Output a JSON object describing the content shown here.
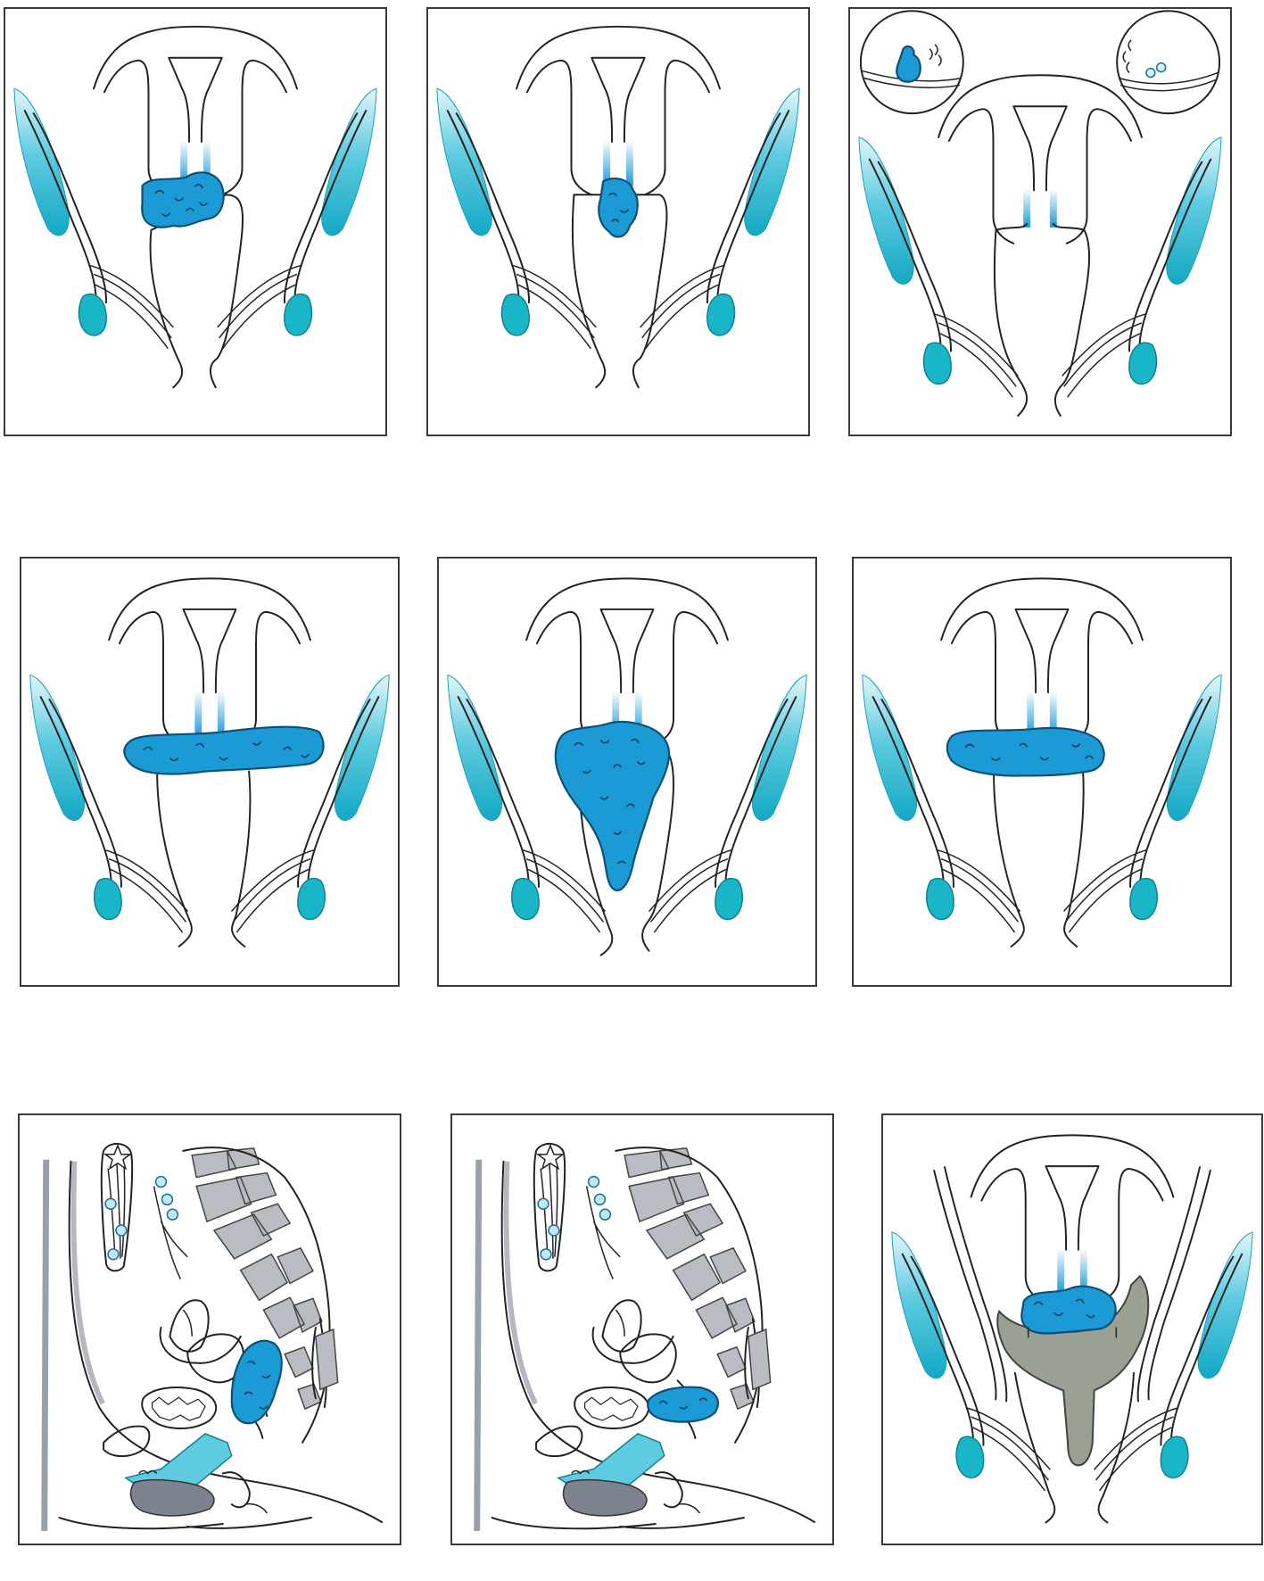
{
  "figure": {
    "panel_count": 9,
    "grid": "3x3",
    "background": "#ffffff",
    "border_color": "#3a3a3a"
  },
  "colors": {
    "tumor_fill": "#1b9ad6",
    "tumor_stroke": "#0c4f73",
    "ovary_fill": "#19b6c8",
    "tube_gradient_light": "#e3f6fb",
    "tube_gradient_mid": "#5fcbe0",
    "tube_gradient_dark": "#13a8c4",
    "bladder_rectum_gray": "#7d8290",
    "bone_gray": "#b9bcc2",
    "cup_gray": "#9aa093",
    "outline": "#222222"
  },
  "panels": [
    {
      "id": "p1",
      "view": "coronal-pelvis",
      "lesion": "cervical-mass-large"
    },
    {
      "id": "p2",
      "view": "coronal-pelvis",
      "lesion": "cervical-mass-small"
    },
    {
      "id": "p3",
      "view": "coronal-pelvis-with-magnified-insets",
      "lesion": "microscopic-focus"
    },
    {
      "id": "p4",
      "view": "coronal-pelvis",
      "lesion": "parametrial-extension-bilateral"
    },
    {
      "id": "p5",
      "view": "coronal-pelvis",
      "lesion": "vaginal-extension"
    },
    {
      "id": "p6",
      "view": "coronal-pelvis",
      "lesion": "parametrial-extension"
    },
    {
      "id": "p7",
      "view": "sagittal-pelvis",
      "lesion": "bladder-invasion"
    },
    {
      "id": "p8",
      "view": "sagittal-pelvis",
      "lesion": "rectal-invasion"
    },
    {
      "id": "p9",
      "view": "coronal-pelvis-with-cup",
      "lesion": "cervical-mass-in-cup"
    }
  ]
}
